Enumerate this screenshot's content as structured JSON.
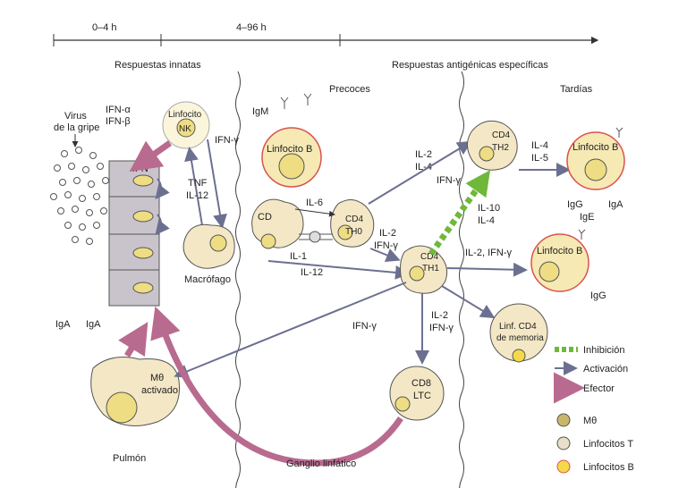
{
  "timeline": {
    "phase_1": "0–4 h",
    "phase_2": "4–96 h"
  },
  "headers": {
    "innate": "Respuestas innatas",
    "specific": "Respuestas antigénicas específicas",
    "early": "Precoces",
    "late": "Tardías"
  },
  "regions": {
    "lung": "Pulmón",
    "lymph_node": "Ganglio linfático"
  },
  "labels": {
    "virus_1": "Virus",
    "virus_2": "de la gripe",
    "ifn_a": "IFN-α",
    "ifn_b": "IFN-β",
    "nk_1": "Linfocito",
    "nk_2": "NK",
    "ifn": "IFN",
    "ifn_g_nk": "IFN-γ",
    "tnf": "TNF",
    "il12_mac": "IL-12",
    "macrophage": "Macrófago",
    "iga_1": "IgA",
    "iga_2": "IgA",
    "igm": "IgM",
    "b_cell_early": "Linfocito B",
    "cd": "CD",
    "il6": "IL-6",
    "il1": "IL-1",
    "il12": "IL-12",
    "cd4_th0_1": "CD4",
    "cd4_th0_2": "TH0",
    "il2_upper": "IL-2",
    "il4_upper": "IL-4",
    "il2_mid": "IL-2",
    "ifn_g_mid": "IFN-γ",
    "cd4_th1_1": "CD4",
    "cd4_th1_2": "TH1",
    "cd4_th2_1": "CD4",
    "cd4_th2_2": "TH2",
    "ifn_g_inhib": "IFN-γ",
    "il10": "IL-10",
    "il4_inhib": "IL-4",
    "il4_late": "IL-4",
    "il5_late": "IL-5",
    "b_cell_late_1": "Linfocito B",
    "igg_1": "IgG",
    "iga_late": "IgA",
    "ige": "IgE",
    "il2_ifn_g": "IL-2, IFN-γ",
    "b_cell_late_2": "Linfocito B",
    "igg_2": "IgG",
    "memory_1": "Linf. CD4",
    "memory_2": "de memoria",
    "il2_cd8": "IL-2",
    "ifn_g_cd8": "IFN-γ",
    "ifn_g_mac": "IFN-γ",
    "cd8_1": "CD8",
    "cd8_2": "LTC",
    "mac_act_1": "Mθ",
    "mac_act_2": "activado"
  },
  "legend": {
    "inhibition": "Inhibición",
    "activation": "Activación",
    "effector": "Efector",
    "macrophage": "Mθ",
    "t_cells": "Linfocitos T",
    "b_cells": "Linfocitos B"
  },
  "colors": {
    "cell_fill": "#f6e9b4",
    "nucleus_fill": "#eedd82",
    "b_cell_ring": "#d9534f",
    "effector_arrow": "#b86b8f",
    "activation_arrow": "#7b7f9a",
    "inhibition_arrow": "#6fb83a",
    "epithelium": "#c9c4cc"
  }
}
